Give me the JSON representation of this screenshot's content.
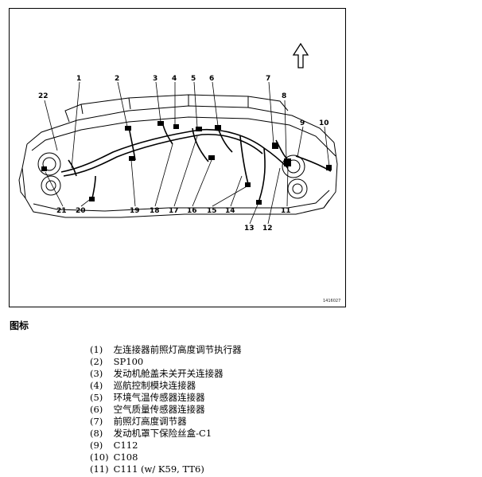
{
  "figure": {
    "id_text": "1416027",
    "callouts": [
      "1",
      "2",
      "3",
      "4",
      "5",
      "6",
      "7",
      "8",
      "9",
      "10",
      "11",
      "12",
      "13",
      "14",
      "15",
      "16",
      "17",
      "18",
      "19",
      "20",
      "21",
      "22"
    ]
  },
  "legend": {
    "heading": "图标",
    "items": [
      {
        "num": "(1)",
        "text": "左连接器前照灯高度调节执行器"
      },
      {
        "num": "(2)",
        "text": "SP100"
      },
      {
        "num": "(3)",
        "text": "发动机舱盖未关开关连接器"
      },
      {
        "num": "(4)",
        "text": "巡航控制模块连接器"
      },
      {
        "num": "(5)",
        "text": "环境气温传感器连接器"
      },
      {
        "num": "(6)",
        "text": "空气质量传感器连接器"
      },
      {
        "num": "(7)",
        "text": "前照灯高度调节器"
      },
      {
        "num": "(8)",
        "text": "发动机罩下保险丝盒-C1"
      },
      {
        "num": "(9)",
        "text": "C112"
      },
      {
        "num": "(10)",
        "text": "C108"
      },
      {
        "num": "(11)",
        "text": "C111 (w/ K59, TT6)"
      }
    ]
  }
}
